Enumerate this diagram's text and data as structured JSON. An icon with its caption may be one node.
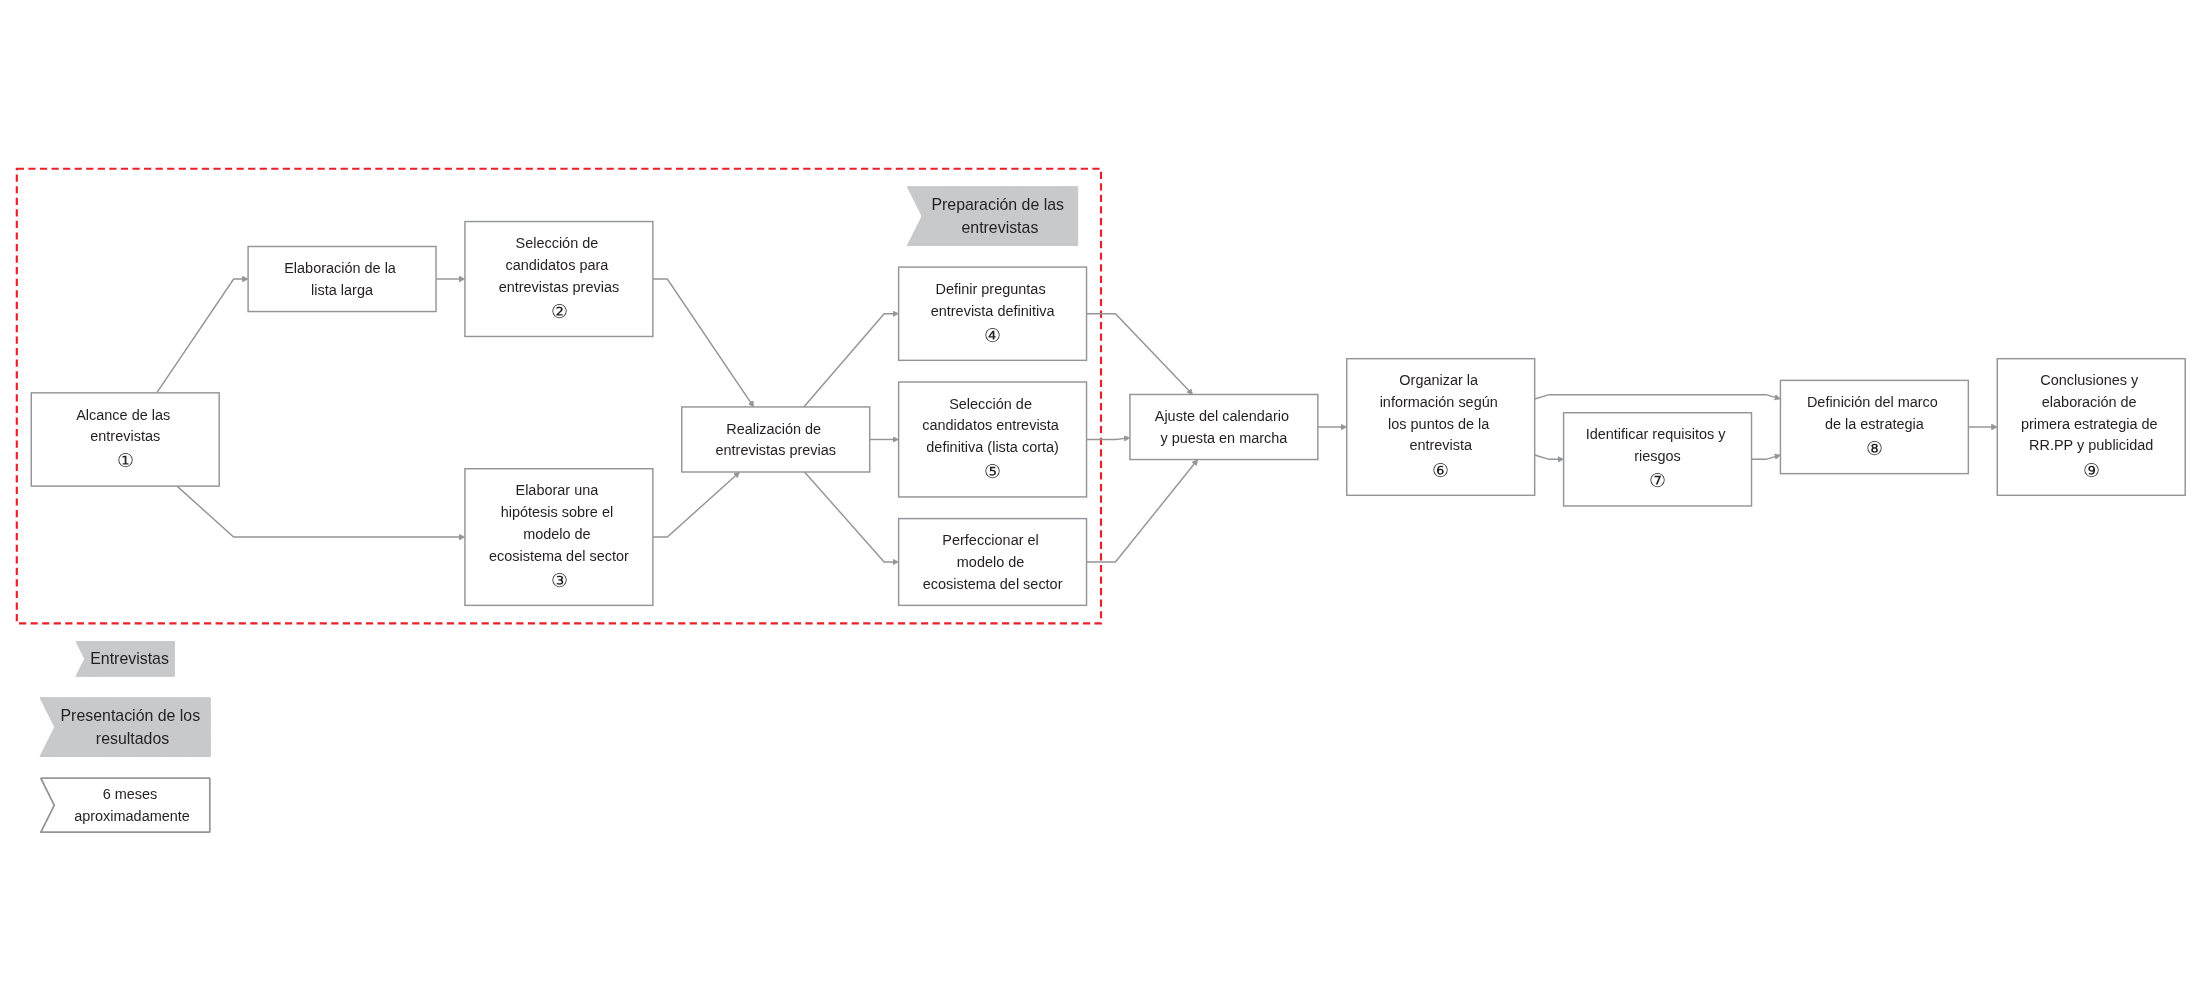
{
  "diagram": {
    "nodes": [
      {
        "text": [],
        "shape": "box"
      },
      {
        "text": [
          "Preparación de las entrevistas"
        ],
        "in": 0
      },
      {
        "text": [
          "Entrevistas"
        ]
      },
      {
        "text": [
          "Presentación de los resultados"
        ]
      },
      {
        "text": [
          "6 meses aproximadamente"
        ]
      },
      {
        "text": [
          "Alcance de las entrevistas",
          "①"
        ],
        "in": 0
      },
      {
        "text": [
          "Elaboración de la lista larga"
        ],
        "in": 0
      },
      {
        "text": [
          "Selección de candidatos para entrevistas previas",
          "②"
        ],
        "in": 0
      },
      {
        "text": [
          "Elaborar una hipótesis sobre el modelo de ecosistema del sector",
          "③"
        ],
        "in": 0
      },
      {
        "text": [
          "Realización de entrevistas previas"
        ],
        "in": 0
      },
      {
        "text": [
          "Definir preguntas entrevista definitiva",
          "④"
        ],
        "in": 0
      },
      {
        "text": [
          "Selección de candidatos entrevista definitiva (lista corta)",
          "⑤"
        ],
        "in": 0
      },
      {
        "text": [
          "Perfeccionar el modelo de ecosistema del sector"
        ],
        "in": 0
      },
      {
        "text": [
          "Ajuste del calendario y puesta en marcha"
        ]
      },
      {
        "text": [
          "Organizar la información según los puntos de la entrevista",
          "⑥"
        ]
      },
      {
        "text": [
          "Identificar requisitos y riesgos",
          "⑦"
        ]
      },
      {
        "text": [
          "Definición del marco de la estrategia",
          "⑧"
        ]
      },
      {
        "text": [
          "Conclusiones y elaboración de primera estrategia de RR.PP y publicidad",
          "⑨"
        ]
      }
    ],
    "edges": [
      {
        "from": 5,
        "to": 6,
        "arrow": "to"
      },
      {
        "from": 5,
        "to": 8,
        "arrow": "to"
      },
      {
        "from": 6,
        "to": 7,
        "arrow": "to"
      },
      {
        "from": 7,
        "to": 9,
        "arrow": "to"
      },
      {
        "from": 8,
        "to": 9,
        "arrow": "to"
      },
      {
        "from": 9,
        "to": 10,
        "arrow": "to"
      },
      {
        "from": 9,
        "to": 11,
        "arrow": "to"
      },
      {
        "from": 9,
        "to": 12,
        "arrow": "to"
      },
      {
        "from": 10,
        "to": 13,
        "arrow": "to"
      },
      {
        "from": 11,
        "to": 13,
        "arrow": "to"
      },
      {
        "from": 12,
        "to": 13,
        "arrow": "to"
      },
      {
        "from": 13,
        "to": 14,
        "arrow": "to"
      },
      {
        "from": 14,
        "to": 16,
        "arrow": "to"
      },
      {
        "from": 14,
        "to": 15,
        "arrow": "to"
      },
      {
        "from": 15,
        "to": 16,
        "arrow": "to"
      },
      {
        "from": 16,
        "to": 17,
        "arrow": "to"
      }
    ]
  }
}
